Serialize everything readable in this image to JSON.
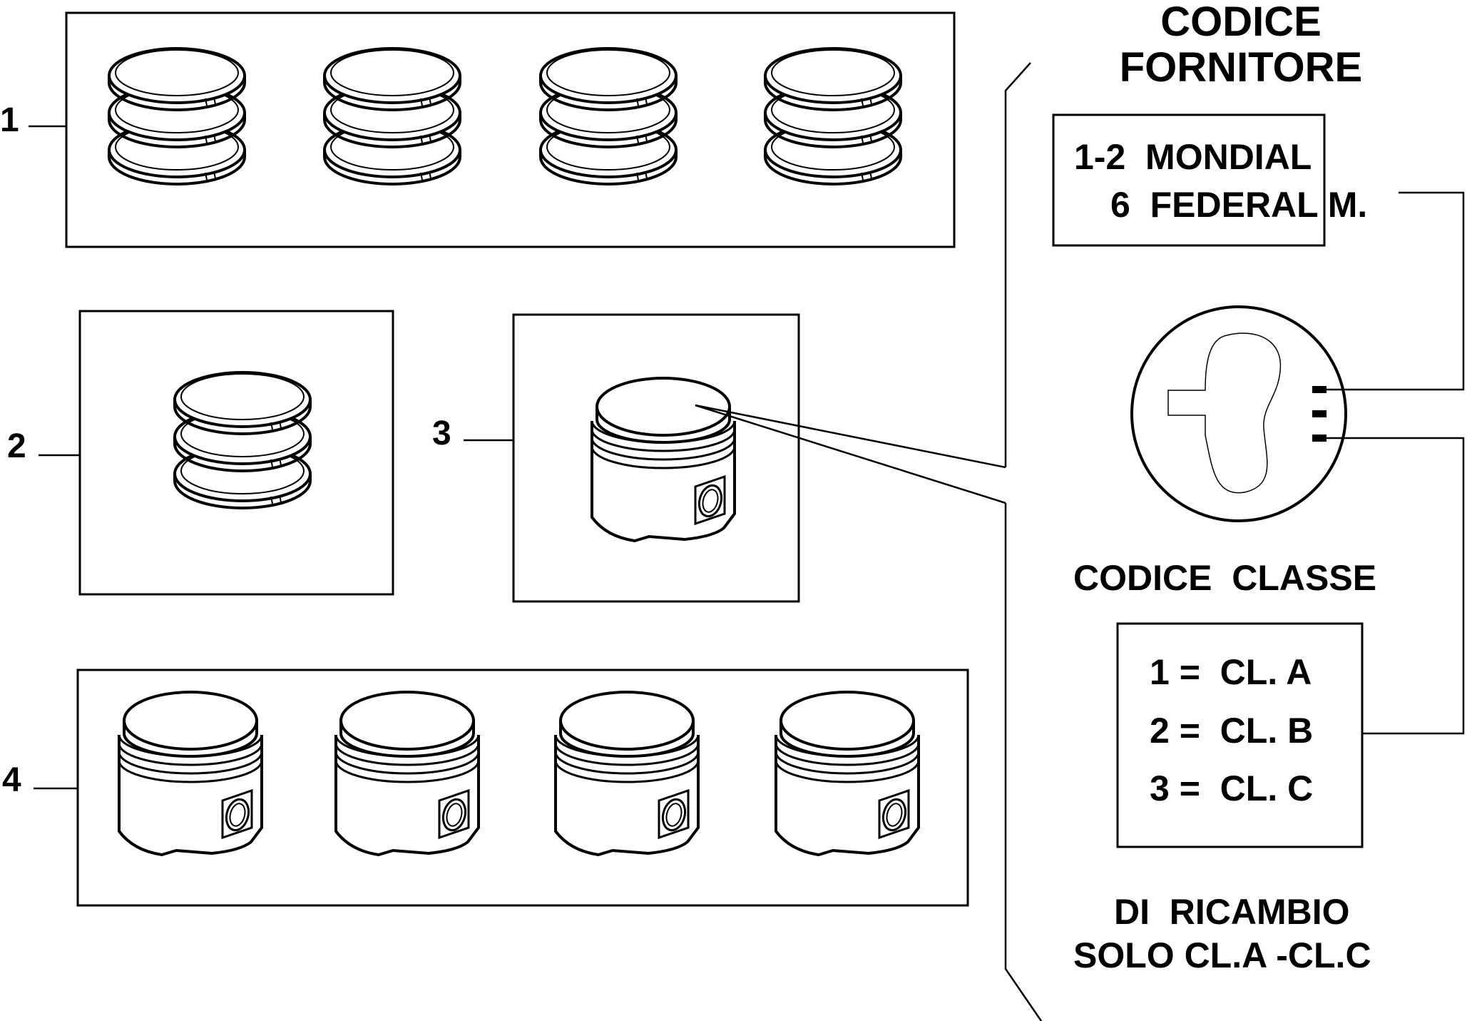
{
  "callouts": [
    "1",
    "2",
    "3",
    "4"
  ],
  "supplier_code": {
    "title_line1": "CODICE",
    "title_line2": "FORNITORE",
    "entries": [
      "1-2  MONDIAL",
      "6  FEDERAL M."
    ]
  },
  "class_code": {
    "title": "CODICE  CLASSE",
    "entries": [
      "1 =  CL. A",
      "2 =  CL. B",
      "3 =  CL. C"
    ]
  },
  "spare_note": {
    "line1": "DI  RICAMBIO",
    "line2": "SOLO CL.A -CL.C"
  },
  "colors": {
    "ink": "#000000",
    "paper": "#ffffff"
  }
}
